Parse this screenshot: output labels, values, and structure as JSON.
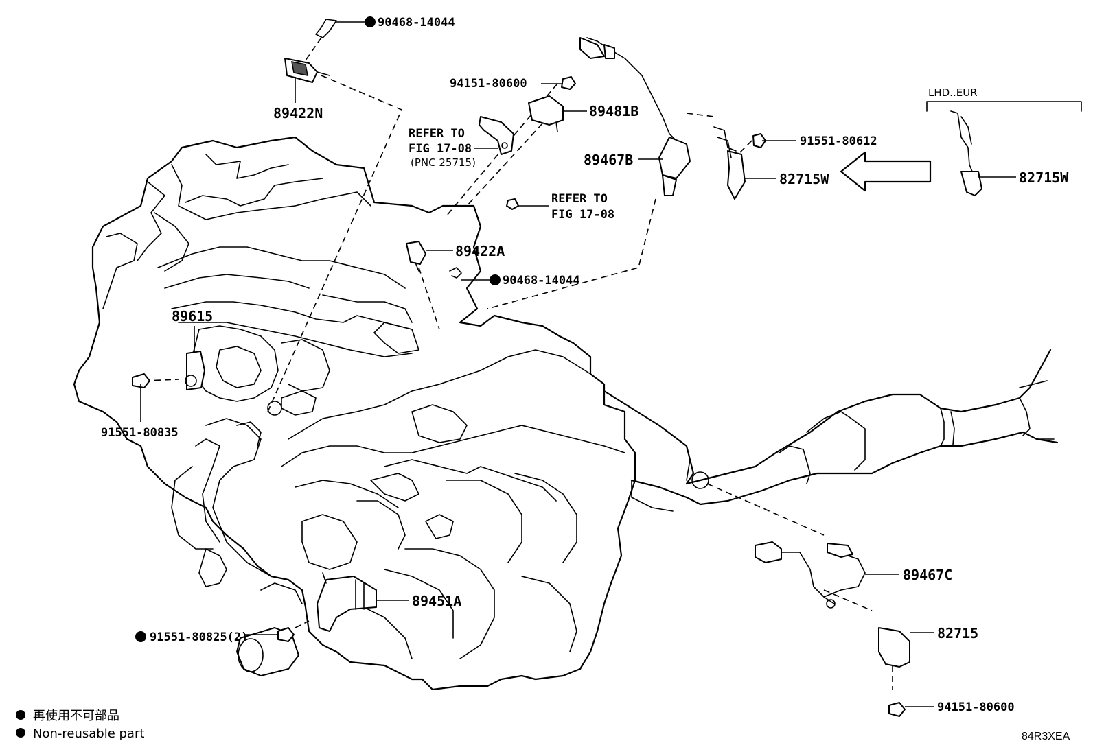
{
  "parts": {
    "p_90468_top": "90468-14044",
    "p_89422N": "89422N",
    "p_94151_top": "94151-80600",
    "p_89481B": "89481B",
    "refer_fig_17_08_a_line1": "REFER TO",
    "refer_fig_17_08_a_line2": "FIG 17-08",
    "refer_fig_17_08_a_line3": "(PNC 25715)",
    "p_89467B": "89467B",
    "refer_fig_17_08_b_line1": "REFER TO",
    "refer_fig_17_08_b_line2": "FIG 17-08",
    "p_89422A": "89422A",
    "p_90468_mid": "90468-14044",
    "p_91551_80612": "91551-80612",
    "p_82715W_left": "82715W",
    "lhd_eur": "LHD..EUR",
    "p_82715W_right": "82715W",
    "p_89615": "89615",
    "p_91551_80835": "91551-80835",
    "p_89451A": "89451A",
    "p_91551_80825": "91551-80825(2)",
    "p_89467C": "89467C",
    "p_82715": "82715",
    "p_94151_bottom": "94151-80600"
  },
  "legend": {
    "line1": "再使用不可部品",
    "line2": "Non-reusable part"
  },
  "diagram_code": "84R3XEA"
}
